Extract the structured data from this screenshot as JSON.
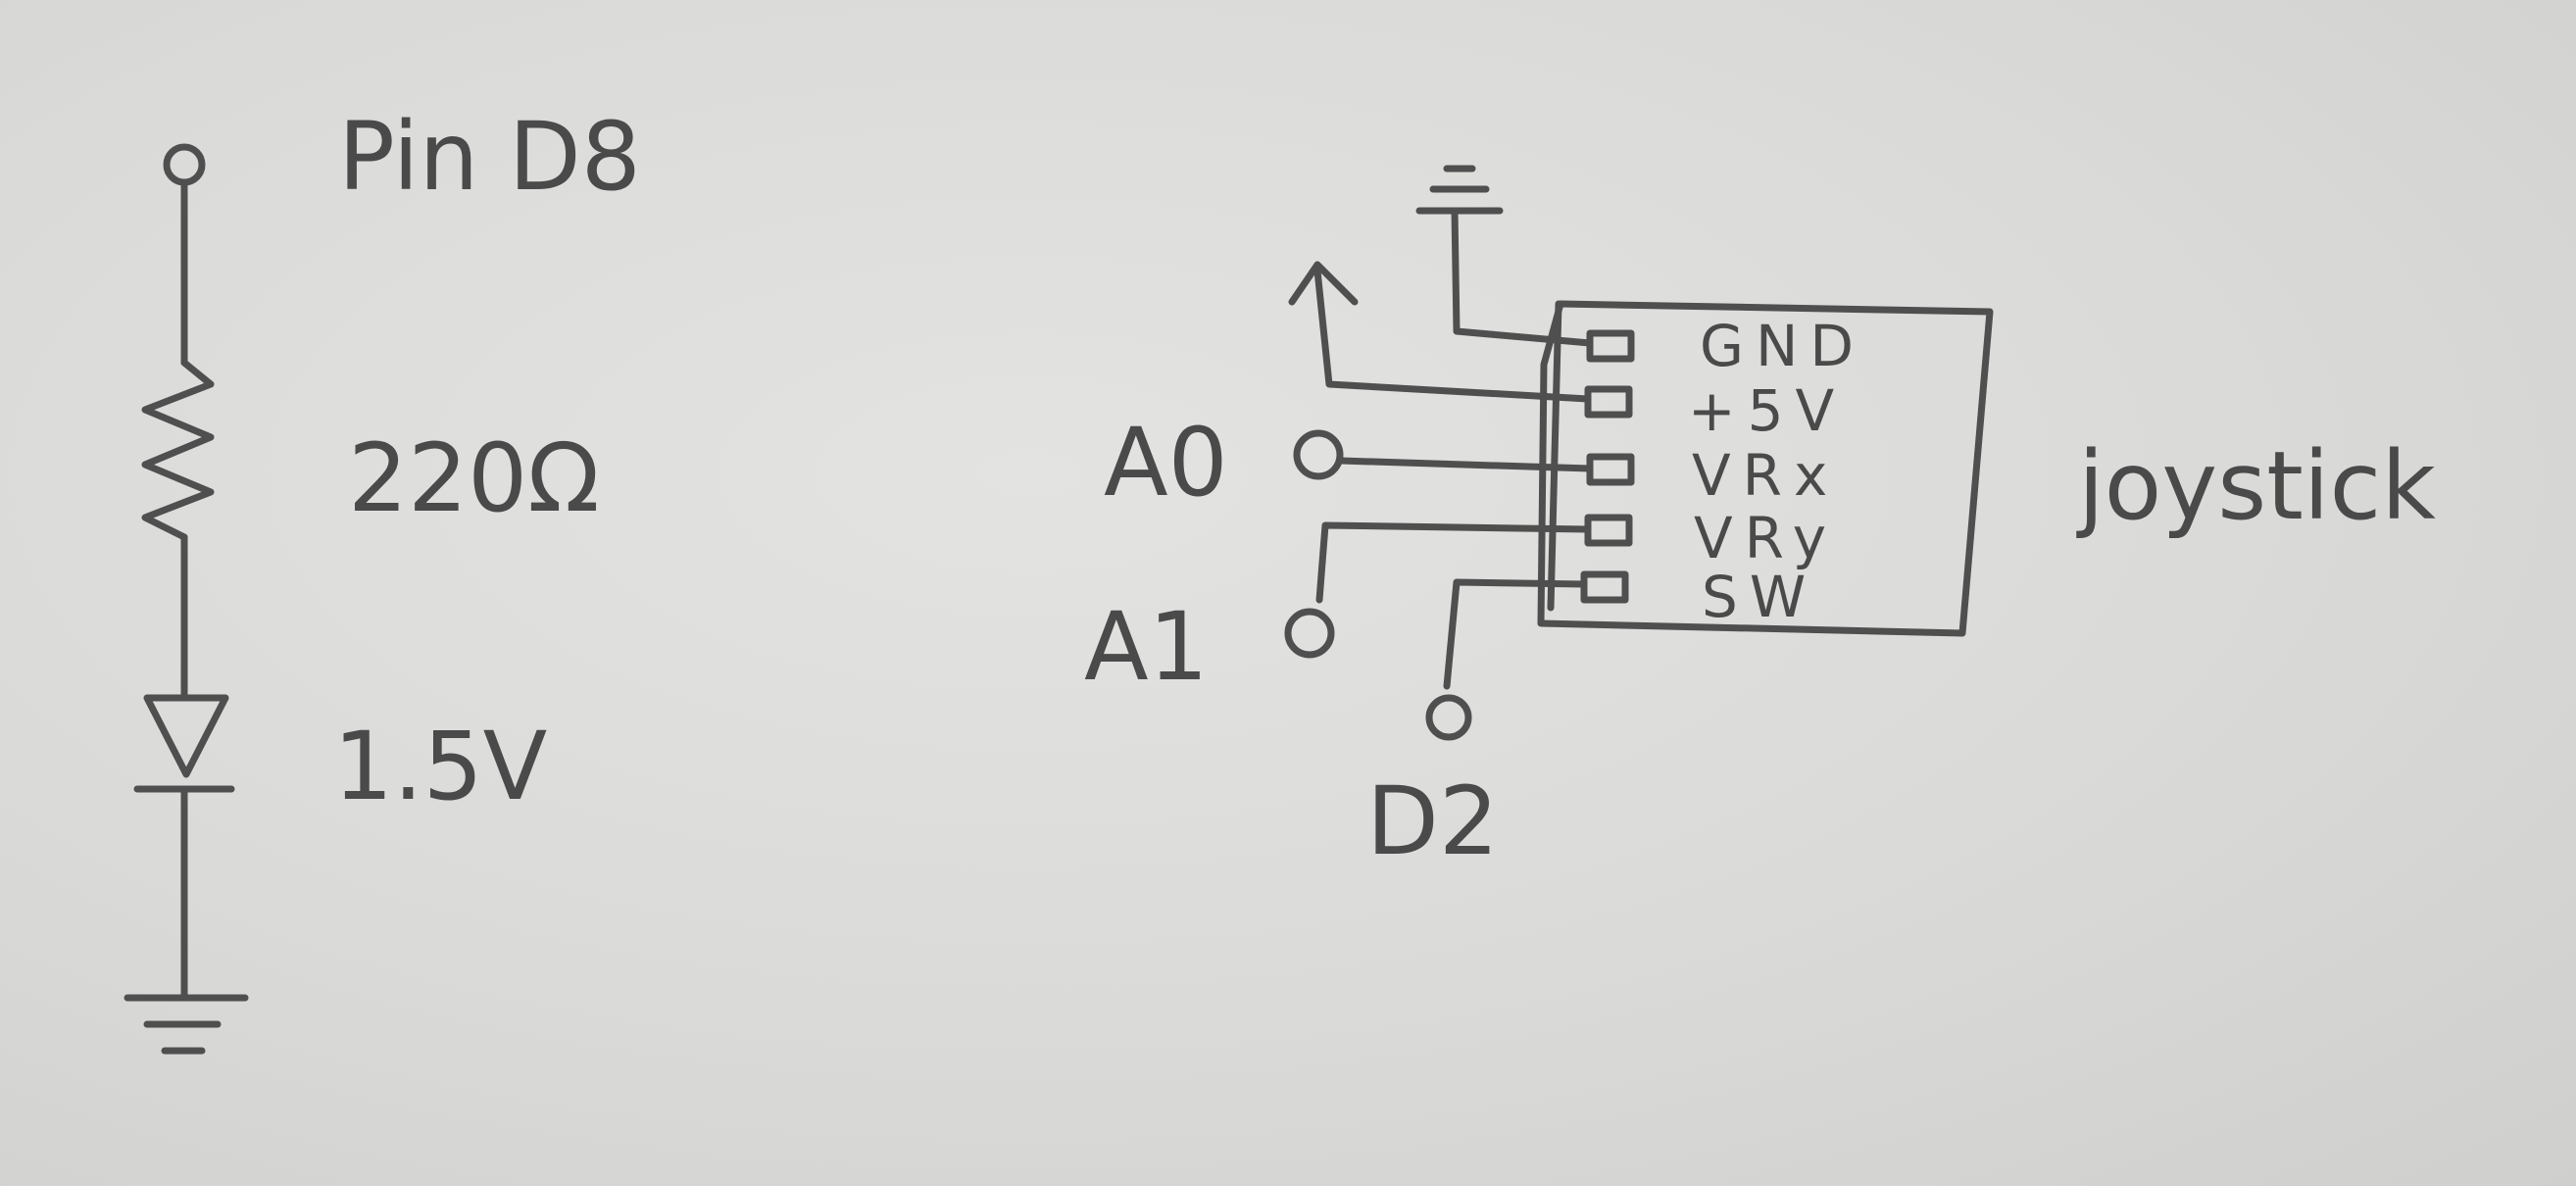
{
  "led_circuit": {
    "pin_label": "Pin D8",
    "resistor_label": "220Ω",
    "led_label": "1.5V"
  },
  "joystick": {
    "module_label": "joystick",
    "pins": [
      "GND",
      "+5V",
      "VRx",
      "VRy",
      "SW"
    ],
    "connections": {
      "vrx": "A0",
      "vry": "A1",
      "sw": "D2"
    }
  }
}
